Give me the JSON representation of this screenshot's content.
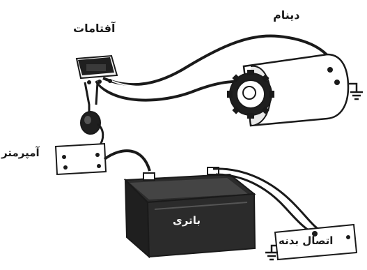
{
  "labels": {
    "dynamo": "دینام",
    "relay": "آفتامات",
    "ammeter": "آمپرمتر",
    "battery": "باتری",
    "ground_connection": "اتصال بدنه"
  },
  "colors": {
    "ink": "#1a1a1a",
    "battery_body": "#2b2b2b",
    "paper": "#ffffff"
  }
}
